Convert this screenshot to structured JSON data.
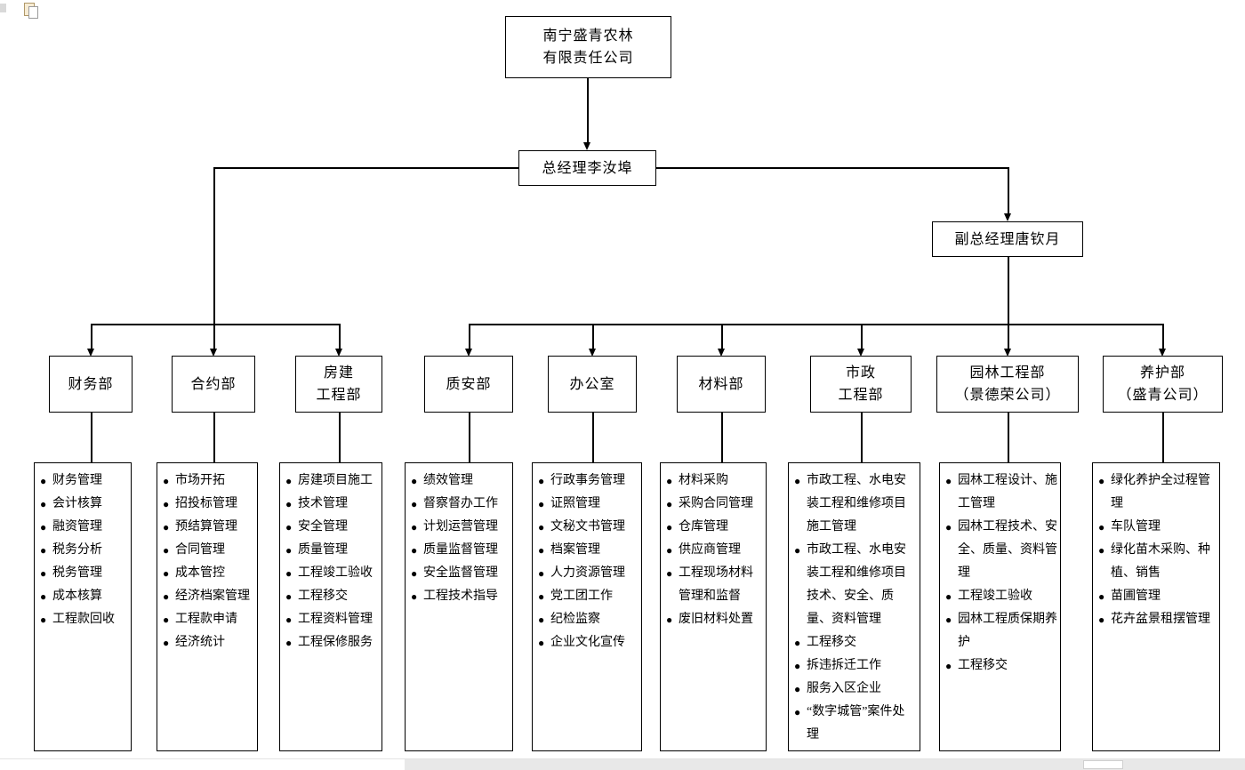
{
  "org": {
    "root": {
      "lines": [
        "南宁盛青农林",
        "有限责任公司"
      ]
    },
    "gm": {
      "label": "总经理李汝埠"
    },
    "deputy": {
      "label": "副总经理唐钦月"
    },
    "departments": [
      {
        "name_lines": [
          "财务部"
        ],
        "duties": [
          "财务管理",
          "会计核算",
          "融资管理",
          "税务分析",
          "税务管理",
          "成本核算",
          "工程款回收"
        ]
      },
      {
        "name_lines": [
          "合约部"
        ],
        "duties": [
          "市场开拓",
          "招投标管理",
          "预结算管理",
          "合同管理",
          "成本管控",
          "经济档案管理",
          "工程款申请",
          "经济统计"
        ]
      },
      {
        "name_lines": [
          "房建",
          "工程部"
        ],
        "duties": [
          "房建项目施工",
          "技术管理",
          "安全管理",
          "质量管理",
          "工程竣工验收",
          "工程移交",
          "工程资料管理",
          "工程保修服务"
        ]
      },
      {
        "name_lines": [
          "质安部"
        ],
        "duties": [
          "绩效管理",
          "督察督办工作",
          "计划运营管理",
          "质量监督管理",
          "安全监督管理",
          "工程技术指导"
        ]
      },
      {
        "name_lines": [
          "办公室"
        ],
        "duties": [
          "行政事务管理",
          "证照管理",
          "文秘文书管理",
          "档案管理",
          "人力资源管理",
          "党工团工作",
          "纪检监察",
          "企业文化宣传"
        ]
      },
      {
        "name_lines": [
          "材料部"
        ],
        "duties": [
          "材料采购",
          "采购合同管理",
          "仓库管理",
          "供应商管理",
          "工程现场材料管理和监督",
          "废旧材料处置"
        ]
      },
      {
        "name_lines": [
          "市政",
          "工程部"
        ],
        "duties": [
          "市政工程、水电安装工程和维修项目施工管理",
          "市政工程、水电安装工程和维修项目技术、安全、质量、资料管理",
          "工程移交",
          "拆违拆迁工作",
          "服务入区企业",
          "“数字城管”案件处理"
        ]
      },
      {
        "name_lines": [
          "园林工程部",
          "（景德荣公司）"
        ],
        "duties": [
          "园林工程设计、施工管理",
          "园林工程技术、安全、质量、资料管理",
          "工程竣工验收",
          "园林工程质保期养护",
          "工程移交"
        ]
      },
      {
        "name_lines": [
          "养护部",
          "（盛青公司）"
        ],
        "duties": [
          "绿化养护全过程管理",
          "车队管理",
          "绿化苗木采购、种植、销售",
          "苗圃管理",
          "花卉盆景租摆管理"
        ]
      }
    ]
  }
}
